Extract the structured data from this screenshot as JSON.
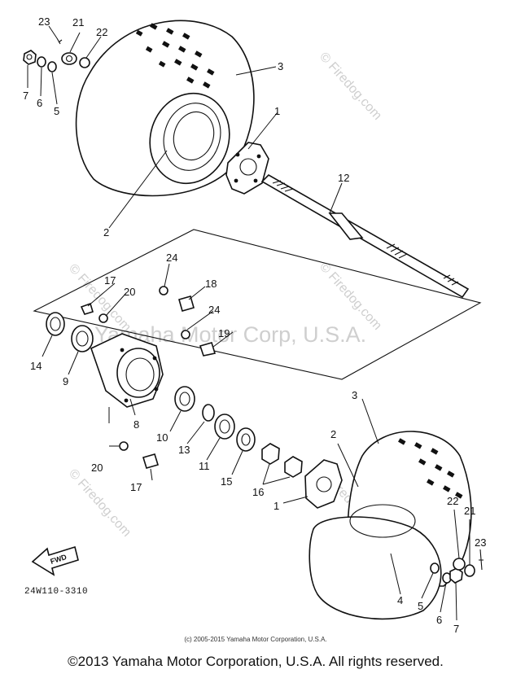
{
  "labels": {
    "p1a": "1",
    "p1b": "1",
    "p2a": "2",
    "p2b": "2",
    "p3a": "3",
    "p3b": "3",
    "p4": "4",
    "p5a": "5",
    "p5b": "5",
    "p6a": "6",
    "p6b": "6",
    "p7a": "7",
    "p7b": "7",
    "p8": "8",
    "p9": "9",
    "p10": "10",
    "p11": "11",
    "p12": "12",
    "p13": "13",
    "p14": "14",
    "p15": "15",
    "p16": "16",
    "p17a": "17",
    "p17b": "17",
    "p18": "18",
    "p19": "19",
    "p20a": "20",
    "p20b": "20",
    "p21a": "21",
    "p21b": "21",
    "p22a": "22",
    "p22b": "22",
    "p23a": "23",
    "p23b": "23",
    "p24a": "24",
    "p24b": "24"
  },
  "fwd_label": "FWD",
  "diagram_code": "24W110-3310",
  "watermarks": {
    "firedog": "© Firedog.com",
    "yamaha": "Yamaha Motor Corp, U.S.A."
  },
  "copyright_small": "(c) 2005-2015 Yamaha Motor Corporation, U.S.A.",
  "copyright_main": "©2013 Yamaha Motor Corporation, U.S.A. All rights reserved."
}
